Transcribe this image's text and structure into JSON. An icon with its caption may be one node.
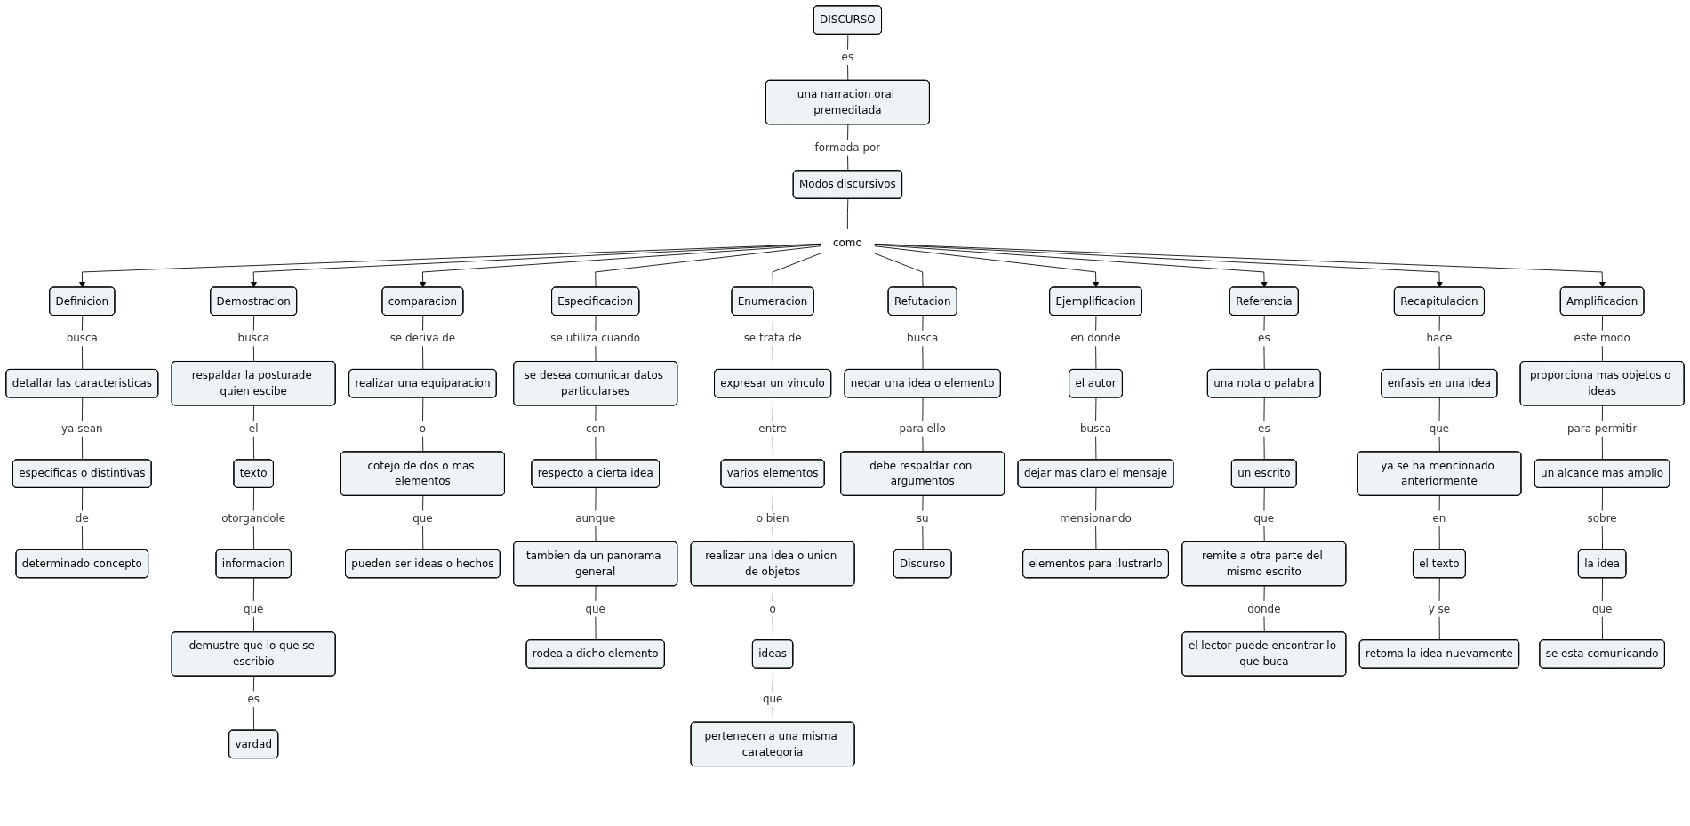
{
  "diagram": {
    "nodes": [
      {
        "text": [
          "DISCURSO"
        ]
      },
      {
        "text": [
          "una narracion oral premeditada"
        ]
      },
      {
        "text": [
          "Modos discursivos"
        ]
      },
      {
        "text": [
          "como"
        ]
      },
      {
        "text": [
          "Definicion"
        ]
      },
      {
        "text": [
          "Demostracion"
        ]
      },
      {
        "text": [
          "comparacion"
        ]
      },
      {
        "text": [
          "Especificacion"
        ]
      },
      {
        "text": [
          "Enumeracion"
        ]
      },
      {
        "text": [
          "Refutacion"
        ]
      },
      {
        "text": [
          "Ejemplificacion"
        ]
      },
      {
        "text": [
          "Referencia"
        ]
      },
      {
        "text": [
          "Recapitulacion"
        ]
      },
      {
        "text": [
          "Amplificacion"
        ]
      },
      {
        "text": [
          "detallar las caracteristicas"
        ]
      },
      {
        "text": [
          "especificas o distintivas"
        ]
      },
      {
        "text": [
          "determinado concepto"
        ]
      },
      {
        "text": [
          "respaldar la posturade quien escibe"
        ]
      },
      {
        "text": [
          "texto"
        ]
      },
      {
        "text": [
          "informacion"
        ]
      },
      {
        "text": [
          "demustre que lo que se escribio"
        ]
      },
      {
        "text": [
          "vardad"
        ]
      },
      {
        "text": [
          "realizar una equiparacion"
        ]
      },
      {
        "text": [
          "cotejo de dos o mas elementos"
        ]
      },
      {
        "text": [
          "pueden ser ideas o hechos"
        ]
      },
      {
        "text": [
          "se desea comunicar datos particularses"
        ]
      },
      {
        "text": [
          "respecto a cierta idea"
        ]
      },
      {
        "text": [
          "tambien da un panorama general"
        ]
      },
      {
        "text": [
          "rodea a dicho elemento"
        ]
      },
      {
        "text": [
          "expresar un vinculo"
        ]
      },
      {
        "text": [
          "varios elementos"
        ]
      },
      {
        "text": [
          "realizar una idea o union de objetos"
        ]
      },
      {
        "text": [
          "ideas"
        ]
      },
      {
        "text": [
          "pertenecen a una misma carategoria"
        ]
      },
      {
        "text": [
          "negar una idea o elemento"
        ]
      },
      {
        "text": [
          "debe respaldar con argumentos"
        ]
      },
      {
        "text": [
          "Discurso"
        ]
      },
      {
        "text": [
          "el autor"
        ]
      },
      {
        "text": [
          "dejar mas claro el mensaje"
        ]
      },
      {
        "text": [
          "elementos para ilustrarlo"
        ]
      },
      {
        "text": [
          "una nota o palabra"
        ]
      },
      {
        "text": [
          "un escrito"
        ]
      },
      {
        "text": [
          "remite a otra parte del mismo escrito"
        ]
      },
      {
        "text": [
          "el lector puede encontrar lo que buca"
        ]
      },
      {
        "text": [
          "enfasis en una idea"
        ]
      },
      {
        "text": [
          "ya se ha mencionado anteriormente"
        ]
      },
      {
        "text": [
          "el texto"
        ]
      },
      {
        "text": [
          "retoma la idea nuevamente"
        ]
      },
      {
        "text": [
          "proporciona mas objetos o ideas"
        ]
      },
      {
        "text": [
          "un alcance mas amplio"
        ]
      },
      {
        "text": [
          "la idea"
        ]
      },
      {
        "text": [
          "se esta comunicando"
        ]
      }
    ],
    "edges": [
      {
        "from": 0,
        "to": 1,
        "arrow": "none",
        "label": "es"
      },
      {
        "from": 1,
        "to": 2,
        "arrow": "none",
        "label": "formada por"
      },
      {
        "from": 2,
        "to": 3,
        "arrow": "none"
      },
      {
        "from": 3,
        "to": 4,
        "arrow": "to"
      },
      {
        "from": 3,
        "to": 5,
        "arrow": "to"
      },
      {
        "from": 3,
        "to": 6,
        "arrow": "to"
      },
      {
        "from": 3,
        "to": 7,
        "arrow": "none"
      },
      {
        "from": 3,
        "to": 8,
        "arrow": "none"
      },
      {
        "from": 3,
        "to": 9,
        "arrow": "none"
      },
      {
        "from": 3,
        "to": 10,
        "arrow": "to"
      },
      {
        "from": 3,
        "to": 11,
        "arrow": "to"
      },
      {
        "from": 3,
        "to": 12,
        "arrow": "to"
      },
      {
        "from": 3,
        "to": 13,
        "arrow": "to"
      },
      {
        "from": 4,
        "to": 14,
        "arrow": "none",
        "label": "busca"
      },
      {
        "from": 14,
        "to": 15,
        "arrow": "none",
        "label": "ya sean"
      },
      {
        "from": 15,
        "to": 16,
        "arrow": "none",
        "label": "de"
      },
      {
        "from": 5,
        "to": 17,
        "arrow": "none",
        "label": "busca"
      },
      {
        "from": 17,
        "to": 18,
        "arrow": "none",
        "label": "el"
      },
      {
        "from": 18,
        "to": 19,
        "arrow": "none",
        "label": "otorgandole"
      },
      {
        "from": 19,
        "to": 20,
        "arrow": "none",
        "label": "que"
      },
      {
        "from": 20,
        "to": 21,
        "arrow": "none",
        "label": "es"
      },
      {
        "from": 6,
        "to": 22,
        "arrow": "none",
        "label": "se deriva de"
      },
      {
        "from": 22,
        "to": 23,
        "arrow": "none",
        "label": "o"
      },
      {
        "from": 23,
        "to": 24,
        "arrow": "none",
        "label": "que"
      },
      {
        "from": 7,
        "to": 25,
        "arrow": "none",
        "label": "se utiliza cuando"
      },
      {
        "from": 25,
        "to": 26,
        "arrow": "none",
        "label": "con"
      },
      {
        "from": 26,
        "to": 27,
        "arrow": "none",
        "label": "aunque"
      },
      {
        "from": 27,
        "to": 28,
        "arrow": "none",
        "label": "que"
      },
      {
        "from": 8,
        "to": 29,
        "arrow": "none",
        "label": "se trata de"
      },
      {
        "from": 29,
        "to": 30,
        "arrow": "none",
        "label": "entre"
      },
      {
        "from": 30,
        "to": 31,
        "arrow": "none",
        "label": "o bien"
      },
      {
        "from": 31,
        "to": 32,
        "arrow": "none",
        "label": "o"
      },
      {
        "from": 32,
        "to": 33,
        "arrow": "none",
        "label": "que"
      },
      {
        "from": 9,
        "to": 34,
        "arrow": "none",
        "label": "busca"
      },
      {
        "from": 34,
        "to": 35,
        "arrow": "none",
        "label": "para ello"
      },
      {
        "from": 35,
        "to": 36,
        "arrow": "none",
        "label": "su"
      },
      {
        "from": 10,
        "to": 37,
        "arrow": "none",
        "label": "en donde"
      },
      {
        "from": 37,
        "to": 38,
        "arrow": "none",
        "label": "busca"
      },
      {
        "from": 38,
        "to": 39,
        "arrow": "none",
        "label": "mensionando"
      },
      {
        "from": 11,
        "to": 40,
        "arrow": "none",
        "label": "es"
      },
      {
        "from": 40,
        "to": 41,
        "arrow": "none",
        "label": "es"
      },
      {
        "from": 41,
        "to": 42,
        "arrow": "none",
        "label": "que"
      },
      {
        "from": 42,
        "to": 43,
        "arrow": "none",
        "label": "donde"
      },
      {
        "from": 12,
        "to": 44,
        "arrow": "none",
        "label": "hace"
      },
      {
        "from": 44,
        "to": 45,
        "arrow": "none",
        "label": "que"
      },
      {
        "from": 45,
        "to": 46,
        "arrow": "none",
        "label": "en"
      },
      {
        "from": 46,
        "to": 47,
        "arrow": "none",
        "label": "y se"
      },
      {
        "from": 13,
        "to": 48,
        "arrow": "none",
        "label": "este modo"
      },
      {
        "from": 48,
        "to": 49,
        "arrow": "none",
        "label": "para permitir"
      },
      {
        "from": 49,
        "to": 50,
        "arrow": "none",
        "label": "sobre"
      },
      {
        "from": 50,
        "to": 51,
        "arrow": "none",
        "label": "que"
      }
    ]
  }
}
